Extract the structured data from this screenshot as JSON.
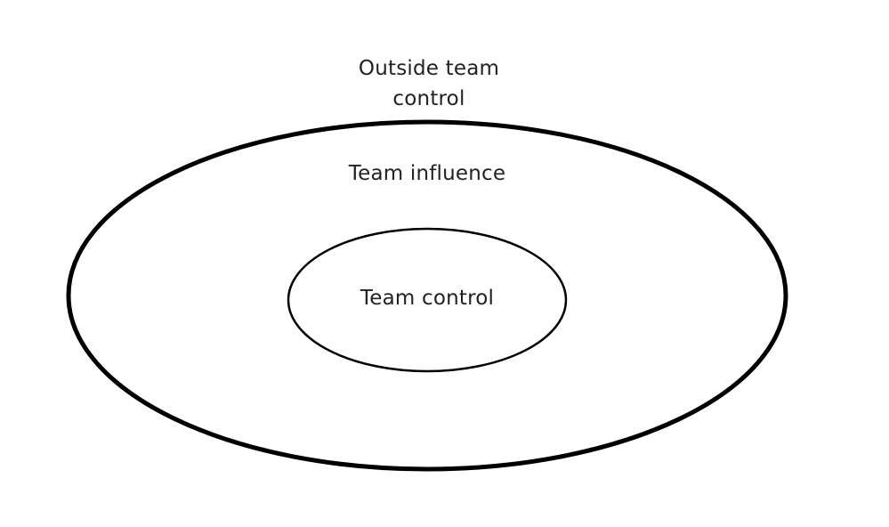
{
  "diagram": {
    "outside_label_line1": "Outside team",
    "outside_label_line2": "control",
    "influence_label": "Team influence",
    "control_label": "Team control"
  },
  "colors": {
    "stroke": "#000000",
    "text": "#222222",
    "background": "#ffffff"
  }
}
